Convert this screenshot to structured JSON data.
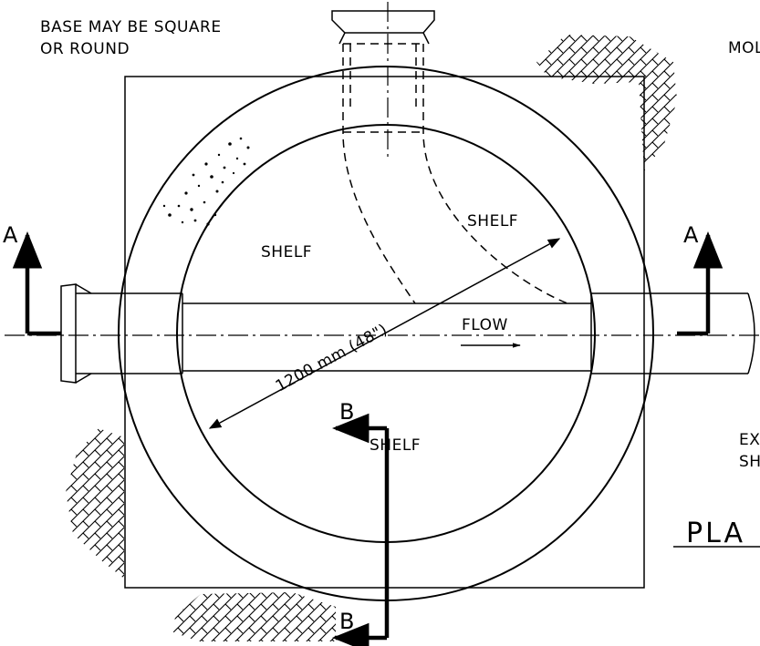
{
  "notes": {
    "base_note_line1": "BASE MAY BE SQUARE",
    "base_note_line2": "OR ROUND",
    "top_right_partial": "MOL",
    "right_partial_line1": "EX",
    "right_partial_line2": "SH"
  },
  "labels": {
    "shelf_upper_left": "SHELF",
    "shelf_upper_right": "SHELF",
    "shelf_lower": "SHELF",
    "flow": "FLOW",
    "diameter": "1200 mm (48\")",
    "plan_title_partial": "PLA"
  },
  "sections": {
    "a_left": "A",
    "a_right": "A",
    "b_top": "B",
    "b_bottom": "B"
  }
}
